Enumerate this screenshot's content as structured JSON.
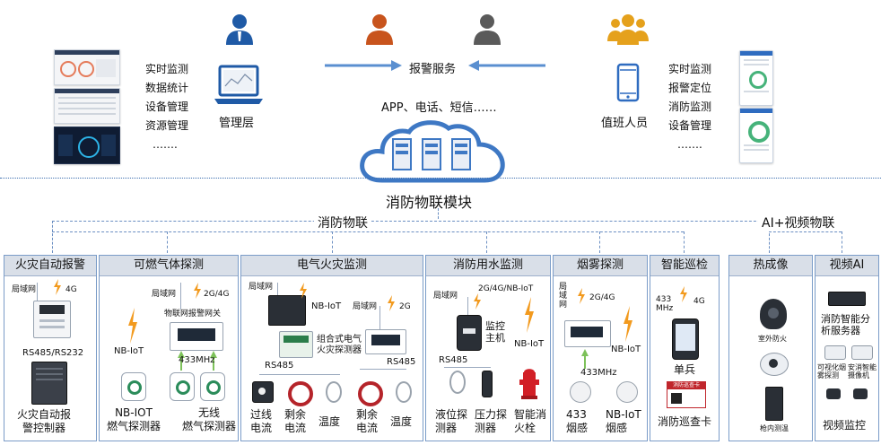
{
  "top": {
    "left_menu": [
      "实时监测",
      "数据统计",
      "设备管理",
      "资源管理",
      "……."
    ],
    "mgmt_label": "管理层",
    "alarm_label": "报警服务",
    "alarm_channels": "APP、电话、短信……",
    "duty_label": "值班人员",
    "right_menu": [
      "实时监测",
      "报警定位",
      "消防监测",
      "设备管理",
      "……."
    ],
    "module_label": "消防物联模块"
  },
  "groups": {
    "fire_iot": "消防物联",
    "ai_video": "AI+视频物联"
  },
  "colors": {
    "accent": "#3e6fb0",
    "panel_header": "#d9dfe8",
    "lightning": "#f29a1e",
    "green_arrow": "#7dc15a",
    "arrow_blue": "#5a8fd0"
  },
  "panels": {
    "fire_alarm": {
      "title": "火灾自动报警",
      "lan": "局域网",
      "g4": "4G",
      "rs": "RS485/RS232",
      "device": "火灾自动报\n警控制器"
    },
    "gas": {
      "title": "可燃气体探测",
      "lan": "局域网",
      "g24": "2G/4G",
      "gateway": "物联网报警网关",
      "nbiot": "NB-IoT",
      "mhz": "433MHz",
      "dev1": "NB-IOT\n燃气探测器",
      "dev2": "无线\n燃气探测器"
    },
    "electric": {
      "title": "电气火灾监测",
      "lan1": "局域网",
      "nbiot": "NB-IoT",
      "lan2": "局域网",
      "g2": "2G",
      "combo": "组合式电气\n火灾探测器",
      "rs1": "RS485",
      "rs2": "RS485",
      "d1": "过线\n电流",
      "d2": "剩余\n电流",
      "d3": "温度",
      "d4": "剩余\n电流",
      "d5": "温度"
    },
    "water": {
      "title": "消防用水监测",
      "lan": "局域网",
      "g": "2G/4G/NB-IoT",
      "host": "监控\n主机",
      "nbiot": "NB-IoT",
      "rs": "RS485",
      "d1": "液位探\n测器",
      "d2": "压力探\n测器",
      "d3": "智能消\n火栓"
    },
    "smoke": {
      "title": "烟雾探测",
      "lan": "局\n域\n网",
      "g": "2G/4G",
      "nbiot": "NB-IoT",
      "mhz": "433MHz",
      "d1": "433\n烟感",
      "d2": "NB-IoT\n烟感"
    },
    "patrol": {
      "title": "智能巡检",
      "mhz": "433\nMHz",
      "g4": "4G",
      "d1": "单兵",
      "d2": "消防巡查卡",
      "card_header": "消防巡查卡"
    },
    "thermal": {
      "title": "热成像",
      "d1": "室外防火",
      "d2": "",
      "d3": "枪内测温"
    },
    "video_ai": {
      "title": "视频AI",
      "server": "消防智能分\n析服务器",
      "c1": "可视化烟\n雾探测",
      "c2": "安消智能\n摄像机",
      "monitor": "视频监控"
    }
  }
}
